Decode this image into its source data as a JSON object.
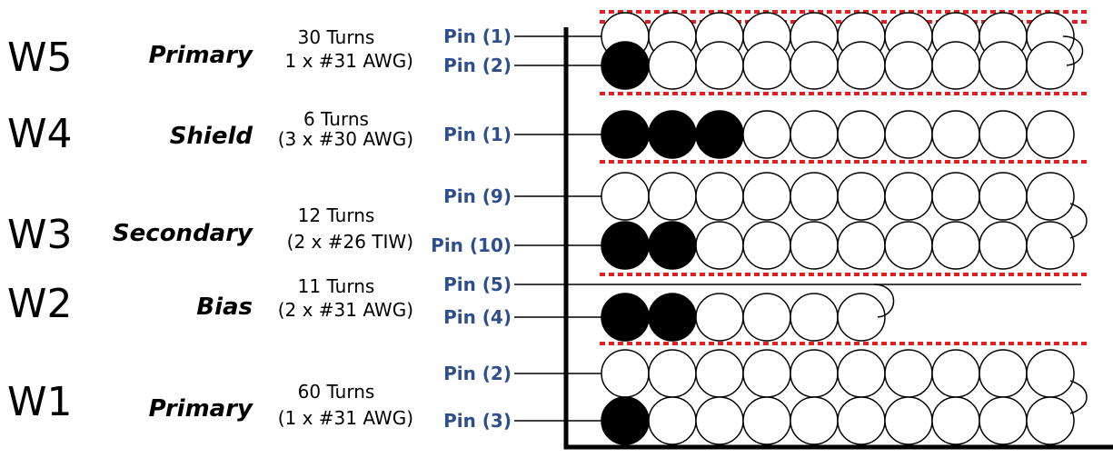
{
  "colors": {
    "pin_label": "#2e4f8c",
    "tape": "#e02020",
    "filled_turn": "#000000",
    "empty_turn": "#ffffff"
  },
  "windings": [
    {
      "id": "W5",
      "name": "Primary",
      "turns": "30 Turns",
      "wire": "1 x #31 AWG)",
      "layers": [
        {
          "pin": "Pin (1)",
          "total": 10,
          "filled": 0
        },
        {
          "pin": "Pin (2)",
          "total": 10,
          "filled": 1
        }
      ],
      "loop": "end"
    },
    {
      "id": "W4",
      "name": "Shield",
      "turns": "6 Turns",
      "wire": "(3 x #30 AWG)",
      "layers": [
        {
          "pin": "Pin (1)",
          "total": 10,
          "filled": 3
        }
      ],
      "loop": "none"
    },
    {
      "id": "W3",
      "name": "Secondary",
      "turns": "12 Turns",
      "wire": "(2 x #26 TIW)",
      "layers": [
        {
          "pin": "Pin (9)",
          "total": 10,
          "filled": 0
        },
        {
          "pin": "Pin (10)",
          "total": 10,
          "filled": 2
        }
      ],
      "loop": "between"
    },
    {
      "id": "W2",
      "name": "Bias",
      "turns": "11 Turns",
      "wire": "(2 x #31 AWG)",
      "layers": [
        {
          "pin": "Pin (5)",
          "total": 0,
          "filled": 0
        },
        {
          "pin": "Pin (4)",
          "total": 6,
          "filled": 2
        }
      ],
      "loop": "end"
    },
    {
      "id": "W1",
      "name": "Primary",
      "turns": "60 Turns",
      "wire": "(1 x #31 AWG)",
      "layers": [
        {
          "pin": "Pin (2)",
          "total": 10,
          "filled": 0
        },
        {
          "pin": "Pin (3)",
          "total": 10,
          "filled": 1
        }
      ],
      "loop": "between"
    }
  ]
}
